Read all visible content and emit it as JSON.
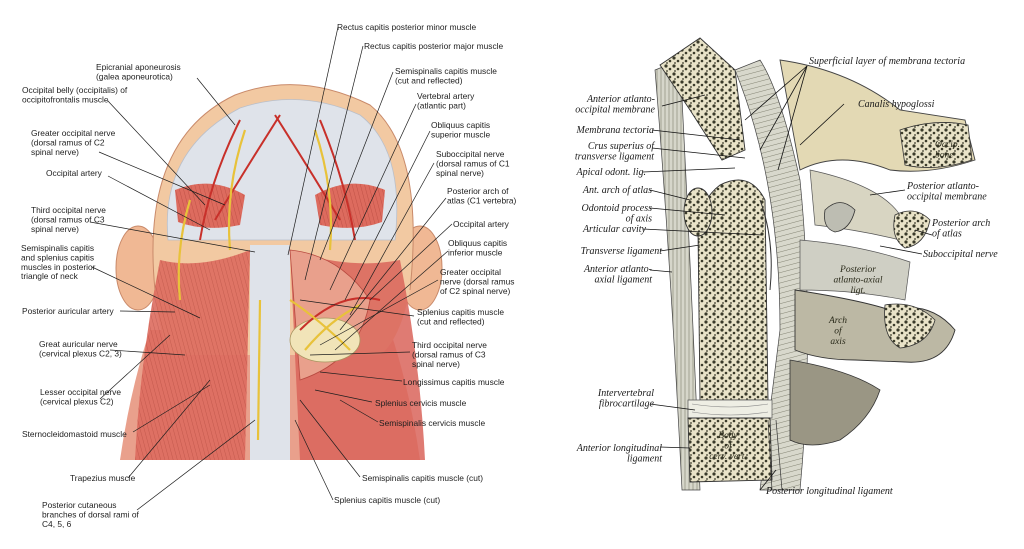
{
  "left_figure": {
    "labels": [
      {
        "id": "l1",
        "lines": [
          "Epicranial aponeurosis",
          "(galea aponeurotica)"
        ]
      },
      {
        "id": "l2",
        "lines": [
          "Occipital belly (occipitalis) of",
          "occipitofrontalis muscle"
        ]
      },
      {
        "id": "l3",
        "lines": [
          "Greater occipital nerve",
          "(dorsal ramus of C2",
          "spinal nerve)"
        ]
      },
      {
        "id": "l4",
        "lines": [
          "Occipital artery"
        ]
      },
      {
        "id": "l5",
        "lines": [
          "Third occipital nerve",
          "(dorsal ramus of C3",
          "spinal nerve)"
        ]
      },
      {
        "id": "l6",
        "lines": [
          "Semispinalis capitis",
          "and splenius capitis",
          "muscles in posterior",
          "triangle of neck"
        ]
      },
      {
        "id": "l7",
        "lines": [
          "Posterior auricular artery"
        ]
      },
      {
        "id": "l8",
        "lines": [
          "Great auricular nerve",
          "(cervical plexus C2, 3)"
        ]
      },
      {
        "id": "l9",
        "lines": [
          "Lesser occipital nerve",
          "(cervical plexus C2)"
        ]
      },
      {
        "id": "l10",
        "lines": [
          "Sternocleidomastoid muscle"
        ]
      },
      {
        "id": "l11",
        "lines": [
          "Trapezius muscle"
        ]
      },
      {
        "id": "l12",
        "lines": [
          "Posterior cutaneous",
          "branches of dorsal rami of",
          "C4, 5, 6"
        ]
      },
      {
        "id": "r1",
        "lines": [
          "Rectus capitis posterior minor muscle"
        ]
      },
      {
        "id": "r2",
        "lines": [
          "Rectus capitis posterior major muscle"
        ]
      },
      {
        "id": "r3",
        "lines": [
          "Semispinalis capitis muscle",
          "(cut and reflected)"
        ]
      },
      {
        "id": "r4",
        "lines": [
          "Vertebral artery",
          "(atlantic part)"
        ]
      },
      {
        "id": "r5",
        "lines": [
          "Obliquus capitis",
          "superior muscle"
        ]
      },
      {
        "id": "r6",
        "lines": [
          "Suboccipital nerve",
          "(dorsal ramus of C1",
          "spinal nerve)"
        ]
      },
      {
        "id": "r7",
        "lines": [
          "Posterior arch of",
          "atlas (C1 vertebra)"
        ]
      },
      {
        "id": "r8",
        "lines": [
          "Occipital artery"
        ]
      },
      {
        "id": "r9",
        "lines": [
          "Obliquus capitis",
          "inferior muscle"
        ]
      },
      {
        "id": "r10",
        "lines": [
          "Greater occipital",
          "nerve (dorsal ramus",
          "of C2 spinal nerve)"
        ]
      },
      {
        "id": "r11",
        "lines": [
          "Splenius capitis muscle",
          "(cut and reflected)"
        ]
      },
      {
        "id": "r12",
        "lines": [
          "Third occipital nerve",
          "(dorsal ramus of C3",
          "spinal nerve)"
        ]
      },
      {
        "id": "r13",
        "lines": [
          "Longissimus capitis muscle"
        ]
      },
      {
        "id": "r14",
        "lines": [
          "Splenius cervicis muscle"
        ]
      },
      {
        "id": "r15",
        "lines": [
          "Semispinalis cervicis muscle"
        ]
      },
      {
        "id": "b1",
        "lines": [
          "Semispinalis capitis muscle (cut)"
        ]
      },
      {
        "id": "b2",
        "lines": [
          "Splenius capitis muscle (cut)"
        ]
      }
    ]
  },
  "right_figure": {
    "labels": [
      {
        "id": "s1",
        "lines": [
          "Superficial layer of membrana tectoria"
        ]
      },
      {
        "id": "s2",
        "lines": [
          "Canalis hypoglossi"
        ]
      },
      {
        "id": "s3",
        "lines": [
          "Occip.",
          "bone"
        ]
      },
      {
        "id": "s4",
        "lines": [
          "Anterior atlanto-",
          "occipital membrane"
        ]
      },
      {
        "id": "s5",
        "lines": [
          "Membrana tectoria"
        ]
      },
      {
        "id": "s6",
        "lines": [
          "Crus superius of",
          "transverse ligament"
        ]
      },
      {
        "id": "s7",
        "lines": [
          "Apical odont. lig."
        ]
      },
      {
        "id": "s8",
        "lines": [
          "Ant. arch of atlas"
        ]
      },
      {
        "id": "s9",
        "lines": [
          "Odontoid process",
          "of axis"
        ]
      },
      {
        "id": "s10",
        "lines": [
          "Articular cavity"
        ]
      },
      {
        "id": "s11",
        "lines": [
          "Transverse ligament"
        ]
      },
      {
        "id": "s12",
        "lines": [
          "Anterior atlanto-",
          "axial ligament"
        ]
      },
      {
        "id": "s13",
        "lines": [
          "Posterior atlanto-",
          "occipital membrane"
        ]
      },
      {
        "id": "s14",
        "lines": [
          "Posterior arch",
          "of atlas"
        ]
      },
      {
        "id": "s15",
        "lines": [
          "Suboccipital nerve"
        ]
      },
      {
        "id": "s16",
        "lines": [
          "Posterior",
          "atlanto-axial",
          "ligt."
        ]
      },
      {
        "id": "s17",
        "lines": [
          "Arch",
          "of",
          "axis"
        ]
      },
      {
        "id": "s18",
        "lines": [
          "Intervertebral",
          "fibrocartilage"
        ]
      },
      {
        "id": "s19",
        "lines": [
          "Anterior longitudinal",
          "ligament"
        ]
      },
      {
        "id": "s20",
        "lines": [
          "Body",
          "of",
          "cerv. vert."
        ]
      },
      {
        "id": "s21",
        "lines": [
          "Posterior longitudinal ligament"
        ]
      }
    ]
  },
  "colors": {
    "muscle": "#d9645a",
    "muscle_light": "#e9a08c",
    "skin": "#f2c9a2",
    "nerve": "#e8c23a",
    "artery": "#c8302a",
    "aponeurosis": "#dfe3ea",
    "bone": "#e3d9b4",
    "ligament": "#cfcfc4"
  }
}
